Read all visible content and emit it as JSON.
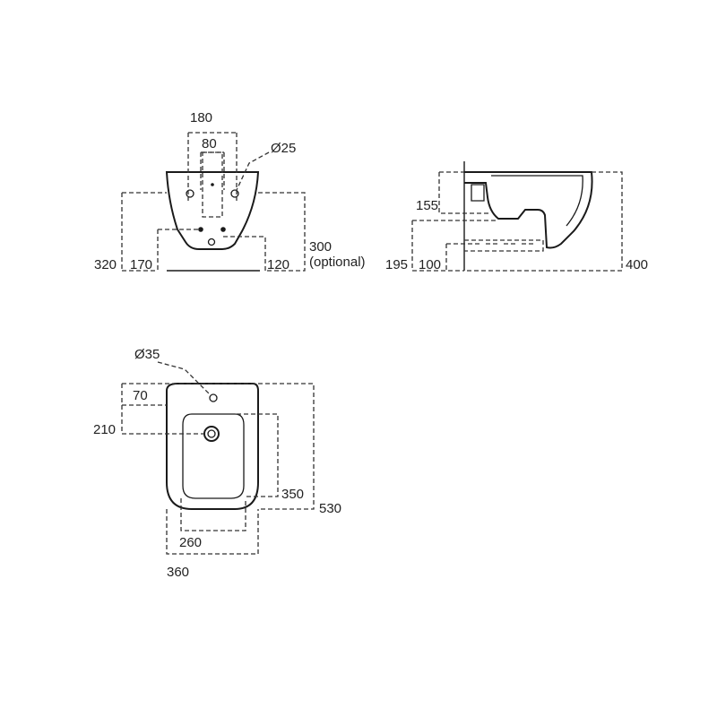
{
  "front_view": {
    "width_outer": "180",
    "width_inner": "80",
    "tap_hole": "Ø25",
    "total_height": "320",
    "floor_to_inlet": "170",
    "outlet_height": "120",
    "alt_height": "300",
    "alt_height_note": "(optional)"
  },
  "side_view": {
    "inlet_from_top": "155",
    "floor_to_waste": "195",
    "waste_height": "100",
    "total_height": "400"
  },
  "top_view": {
    "tap_hole": "Ø35",
    "tap_from_back": "70",
    "waste_from_back": "210",
    "bowl_length": "350",
    "total_length": "530",
    "bowl_width": "260",
    "total_width": "360"
  }
}
